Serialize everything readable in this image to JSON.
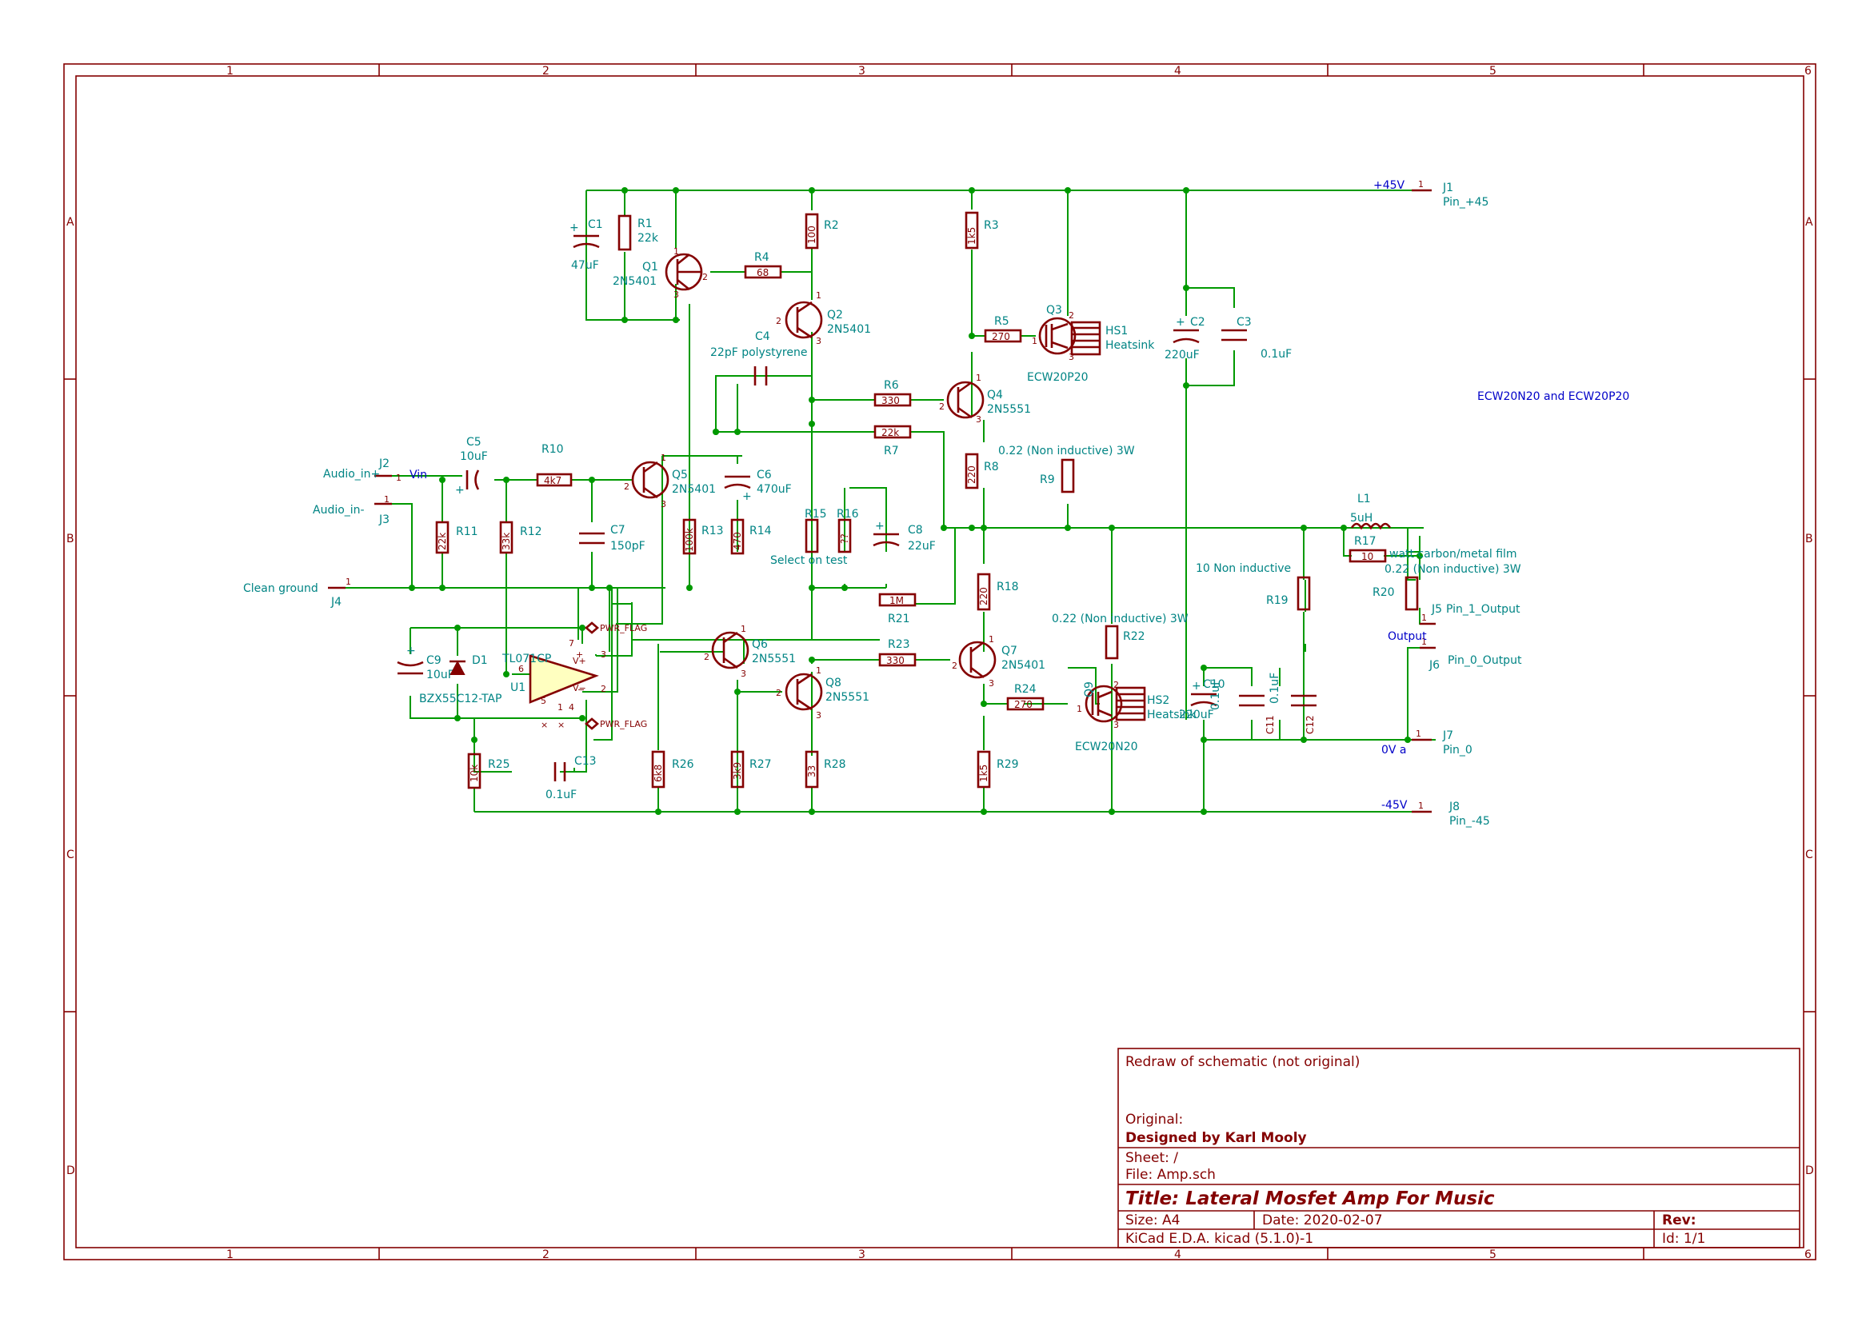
{
  "sheet": {
    "col_labels": [
      "1",
      "2",
      "3",
      "4",
      "5",
      "6"
    ],
    "row_labels": [
      "A",
      "B",
      "C",
      "D"
    ],
    "colors": {
      "border": "#840000",
      "wire": "#009900",
      "component": "#840000",
      "text": "#008484",
      "net": "#0000c8"
    }
  },
  "title_block": {
    "comment": "Redraw of schematic (not original)",
    "original": "Original:",
    "designer": "Designed by Karl Mooly",
    "sheet": "Sheet: /",
    "file": "File: Amp.sch",
    "title": "Title: Lateral Mosfet Amp For Music",
    "size": "Size: A4",
    "date": "Date: 2020-02-07",
    "rev": "Rev:",
    "tool": "KiCad E.D.A.  kicad (5.1.0)-1",
    "id": "Id: 1/1"
  },
  "notes": {
    "ecw": "ECW20N20 and ECW20P20",
    "r9_note": "0.22 (Non inductive) 3W",
    "r22_note": "0.22 (Non inductive) 3W",
    "r17_note1": "watt carbon/metal film",
    "r17_note2": "0.22 (Non inductive) 3W",
    "r19_note": "10 Non inductive",
    "select": "Select on test",
    "c4_val": "22pF polystyrene"
  },
  "nets": {
    "vin": "Vin",
    "p45": "+45V",
    "m45": "-45V",
    "zero": "0V a",
    "output": "Output",
    "pwr": "PWR_FLAG"
  },
  "connectors": {
    "j1": {
      "ref": "J1",
      "val": "Pin_+45",
      "pin": "1"
    },
    "j2": {
      "ref": "J2",
      "val": "Audio_in+",
      "pin": "1"
    },
    "j3": {
      "ref": "J3",
      "val": "Audio_in-",
      "pin": "1"
    },
    "j4": {
      "ref": "J4",
      "val": "Clean ground",
      "pin": "1"
    },
    "j5": {
      "ref": "J5",
      "val": "Pin_1_Output",
      "pin": "1"
    },
    "j6": {
      "ref": "J6",
      "val": "Pin_0_Output",
      "pin": "1"
    },
    "j7": {
      "ref": "J7",
      "val": "Pin_0",
      "pin": "1"
    },
    "j8": {
      "ref": "J8",
      "val": "Pin_-45",
      "pin": "1"
    }
  },
  "resistors": {
    "r1": {
      "ref": "R1",
      "val": "22k"
    },
    "r2": {
      "ref": "R2",
      "val": "100"
    },
    "r3": {
      "ref": "R3",
      "val": "1k5"
    },
    "r4": {
      "ref": "R4",
      "val": "68"
    },
    "r5": {
      "ref": "R5",
      "val": "270"
    },
    "r6": {
      "ref": "R6",
      "val": "330"
    },
    "r7": {
      "ref": "R7",
      "val": "22k"
    },
    "r8": {
      "ref": "R8",
      "val": "220"
    },
    "r9": {
      "ref": "R9",
      "val": ""
    },
    "r10": {
      "ref": "R10",
      "val": "4k7"
    },
    "r11": {
      "ref": "R11",
      "val": "22k"
    },
    "r12": {
      "ref": "R12",
      "val": "33k"
    },
    "r13": {
      "ref": "R13",
      "val": "100k"
    },
    "r14": {
      "ref": "R14",
      "val": "470"
    },
    "r15": {
      "ref": "R15",
      "val": ""
    },
    "r16": {
      "ref": "R16",
      "val": "??"
    },
    "r17": {
      "ref": "R17",
      "val": "10"
    },
    "r18": {
      "ref": "R18",
      "val": "220"
    },
    "r19": {
      "ref": "R19",
      "val": ""
    },
    "r20": {
      "ref": "R20",
      "val": ""
    },
    "r21": {
      "ref": "R21",
      "val": "1M"
    },
    "r22": {
      "ref": "R22",
      "val": ""
    },
    "r23": {
      "ref": "R23",
      "val": "330"
    },
    "r24": {
      "ref": "R24",
      "val": "270"
    },
    "r25": {
      "ref": "R25",
      "val": "10k"
    },
    "r26": {
      "ref": "R26",
      "val": "6k8"
    },
    "r27": {
      "ref": "R27",
      "val": "3k9"
    },
    "r28": {
      "ref": "R28",
      "val": "33"
    },
    "r29": {
      "ref": "R29",
      "val": "1k5"
    }
  },
  "capacitors": {
    "c1": {
      "ref": "C1",
      "val": "47uF"
    },
    "c2": {
      "ref": "C2",
      "val": "220uF"
    },
    "c3": {
      "ref": "C3",
      "val": "0.1uF"
    },
    "c4": {
      "ref": "C4"
    },
    "c5": {
      "ref": "C5",
      "val": "10uF"
    },
    "c6": {
      "ref": "C6",
      "val": "470uF"
    },
    "c7": {
      "ref": "C7",
      "val": "150pF"
    },
    "c8": {
      "ref": "C8",
      "val": "22uF"
    },
    "c9": {
      "ref": "C9",
      "val": "10uF"
    },
    "c10": {
      "ref": "C10",
      "val": "220uF"
    },
    "c11": {
      "ref": "C11",
      "val": "0.1uF"
    },
    "c12": {
      "ref": "C12",
      "val": "0.1uF"
    },
    "c13": {
      "ref": "C13",
      "val": "0.1uF"
    }
  },
  "transistors": {
    "q1": {
      "ref": "Q1",
      "val": "2N5401"
    },
    "q2": {
      "ref": "Q2",
      "val": "2N5401"
    },
    "q3": {
      "ref": "Q3",
      "val": "ECW20P20"
    },
    "q4": {
      "ref": "Q4",
      "val": "2N5551"
    },
    "q5": {
      "ref": "Q5",
      "val": "2N5401"
    },
    "q6": {
      "ref": "Q6",
      "val": "2N5551"
    },
    "q7": {
      "ref": "Q7",
      "val": "2N5401"
    },
    "q8": {
      "ref": "Q8",
      "val": "2N5551"
    },
    "q9": {
      "ref": "Q9",
      "val": "ECW20N20"
    }
  },
  "others": {
    "hs1": {
      "ref": "HS1",
      "val": "Heatsink"
    },
    "hs2": {
      "ref": "HS2",
      "val": "Heatsink"
    },
    "d1": {
      "ref": "D1",
      "val": "BZX55C12-TAP"
    },
    "u1": {
      "ref": "U1",
      "val": "TL071CP"
    },
    "l1": {
      "ref": "L1",
      "val": "5uH"
    }
  }
}
